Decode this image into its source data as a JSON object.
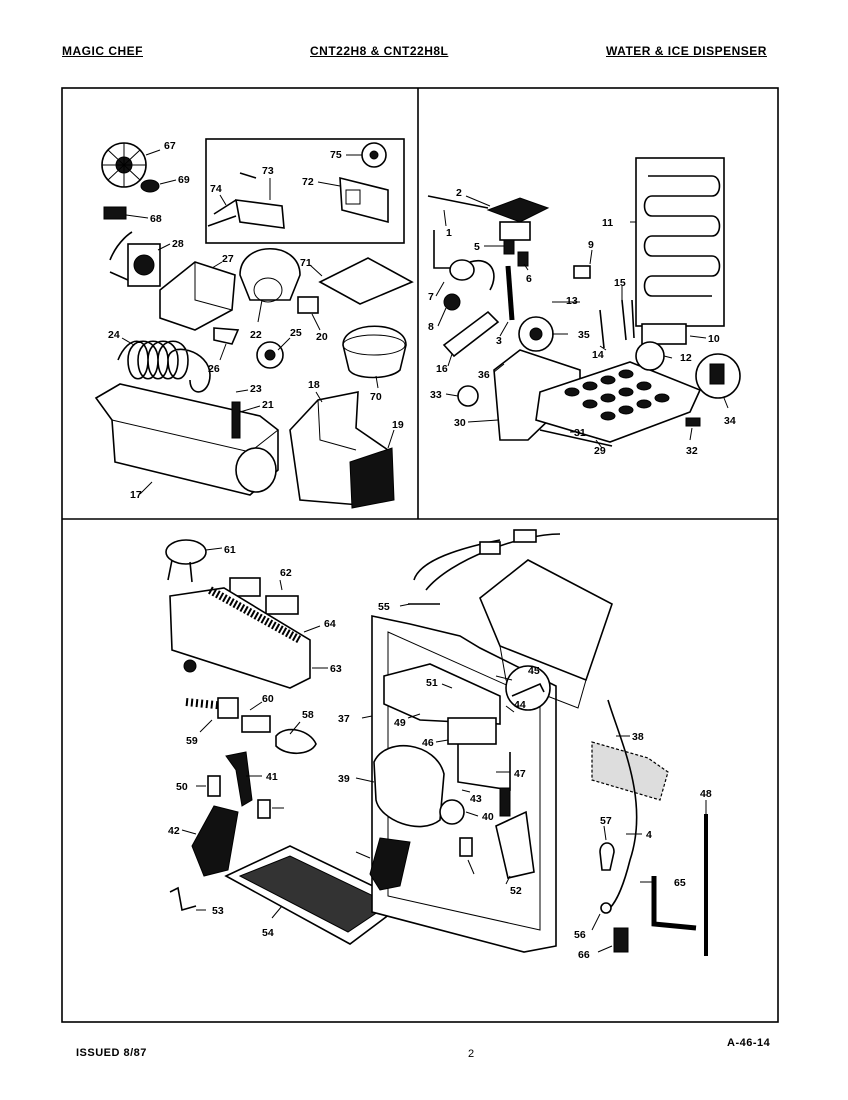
{
  "header": {
    "brand": "MAGIC CHEF",
    "models": "CNT22H8 & CNT22H8L",
    "section": "WATER & ICE DISPENSER"
  },
  "footer": {
    "issued": "ISSUED 8/87",
    "page_code": "A-46-14",
    "page_mark": "2"
  },
  "callouts": [
    "67",
    "69",
    "68",
    "28",
    "27",
    "24",
    "26",
    "22",
    "25",
    "20",
    "23",
    "21",
    "17",
    "73",
    "74",
    "75",
    "72",
    "71",
    "70",
    "18",
    "19",
    "2",
    "1",
    "5",
    "6",
    "7",
    "8",
    "3",
    "16",
    "13",
    "35",
    "36",
    "33",
    "30",
    "31",
    "29",
    "9",
    "11",
    "15",
    "14",
    "10",
    "12",
    "32",
    "34",
    "61",
    "62",
    "55",
    "64",
    "63",
    "60",
    "58",
    "59",
    "41",
    "50",
    "42",
    "53",
    "54",
    "45",
    "51",
    "37",
    "49",
    "44",
    "46",
    "47",
    "39",
    "43",
    "40",
    "38",
    "48",
    "57",
    "4",
    "65",
    "56",
    "66",
    "52"
  ]
}
